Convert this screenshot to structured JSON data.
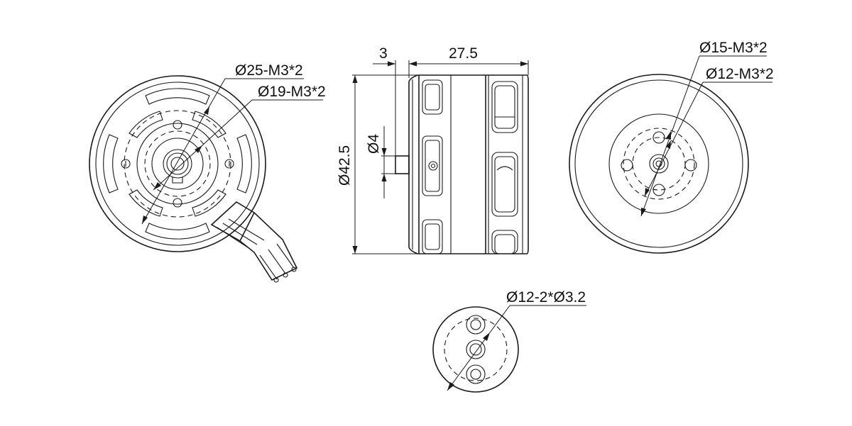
{
  "labels": {
    "front_outer": "Ø25-M3*2",
    "front_inner": "Ø19-M3*2",
    "side_offset": "3",
    "side_length": "27.5",
    "side_diameter": "Ø42.5",
    "side_shaft": "Ø4",
    "back_outer": "Ø15-M3*2",
    "back_inner": "Ø12-M3*2",
    "mount": "Ø12-2*Ø3.2"
  }
}
